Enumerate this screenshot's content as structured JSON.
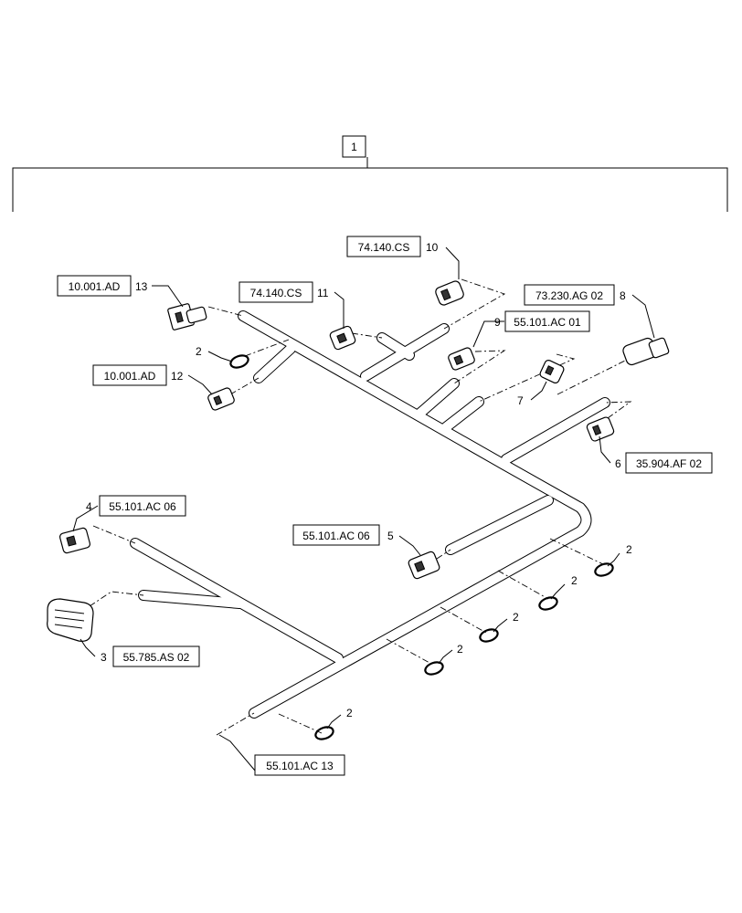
{
  "assembly": {
    "item": "1"
  },
  "callouts": [
    {
      "id": "c10",
      "num": "10",
      "ref": "74.140.CS"
    },
    {
      "id": "c13",
      "num": "13",
      "ref": "10.001.AD"
    },
    {
      "id": "c11",
      "num": "11",
      "ref": "74.140.CS"
    },
    {
      "id": "c9",
      "num": "9",
      "ref": "55.101.AC 01"
    },
    {
      "id": "c8",
      "num": "8",
      "ref": "73.230.AG 02"
    },
    {
      "id": "c12",
      "num": "12",
      "ref": "10.001.AD"
    },
    {
      "id": "c7",
      "num": "7",
      "ref": ""
    },
    {
      "id": "c6",
      "num": "6",
      "ref": "35.904.AF 02"
    },
    {
      "id": "c4",
      "num": "4",
      "ref": "55.101.AC 06"
    },
    {
      "id": "c5",
      "num": "5",
      "ref": "55.101.AC 06"
    },
    {
      "id": "c3",
      "num": "3",
      "ref": "55.785.AS 02"
    },
    {
      "id": "cend",
      "num": "",
      "ref": "55.101.AC 13"
    }
  ],
  "clip_labels": [
    "2",
    "2",
    "2",
    "2",
    "2",
    "2"
  ]
}
